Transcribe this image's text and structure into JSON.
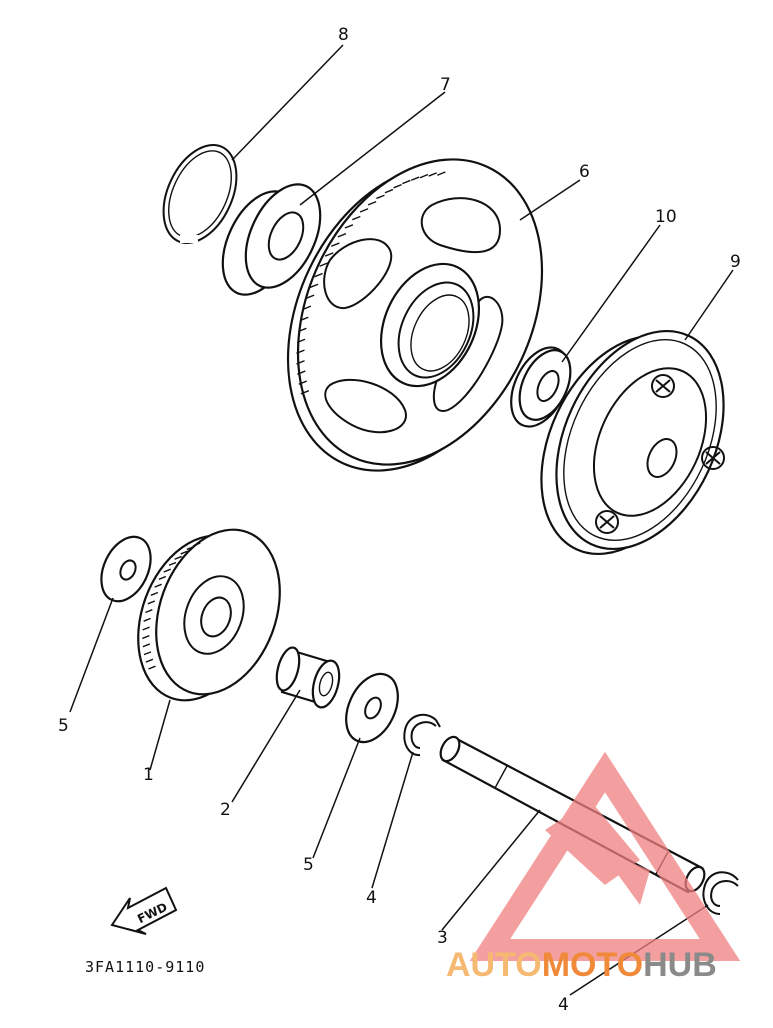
{
  "callouts": [
    {
      "id": "c8",
      "label": "8"
    },
    {
      "id": "c7",
      "label": "7"
    },
    {
      "id": "c6",
      "label": "6"
    },
    {
      "id": "c10",
      "label": "10"
    },
    {
      "id": "c9",
      "label": "9"
    },
    {
      "id": "c5a",
      "label": "5"
    },
    {
      "id": "c1",
      "label": "1"
    },
    {
      "id": "c2",
      "label": "2"
    },
    {
      "id": "c5b",
      "label": "5"
    },
    {
      "id": "c4a",
      "label": "4"
    },
    {
      "id": "c3",
      "label": "3"
    },
    {
      "id": "c4b",
      "label": "4"
    }
  ],
  "fwd_label": "FWD",
  "diagram_code": "3FA1110-9110",
  "watermark": {
    "part1": "AUTO",
    "part2": "MOTO",
    "part3": "HUB",
    "color1": "#f5b971",
    "color2": "#f08a3a",
    "color3": "#8a8a8a",
    "logo_color": "#f08080"
  }
}
